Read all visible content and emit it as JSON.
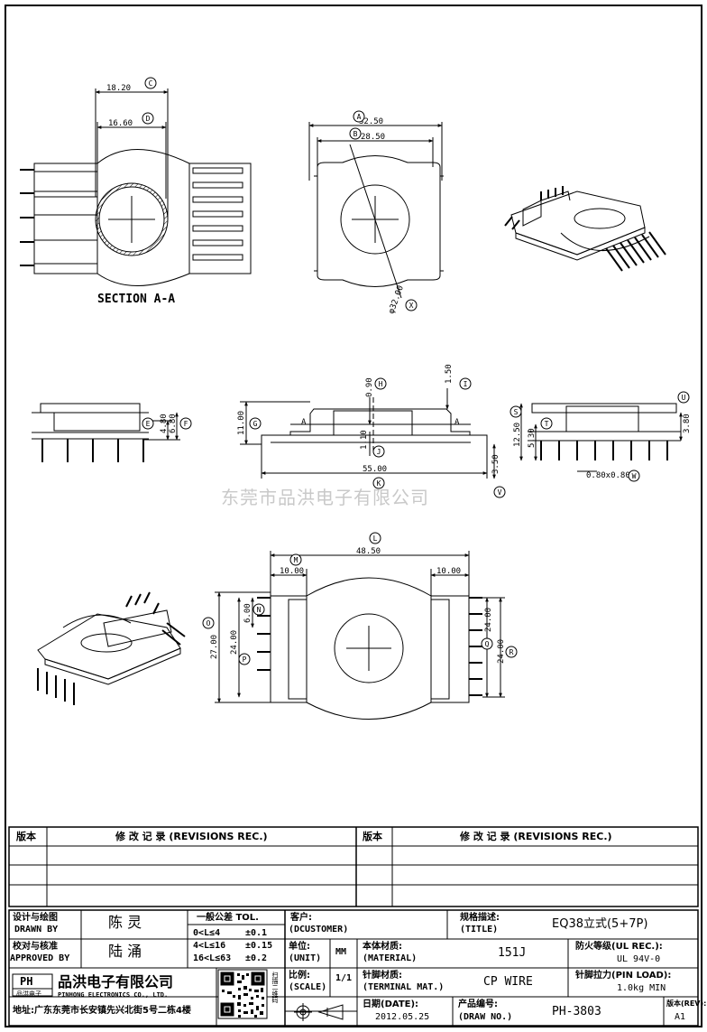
{
  "watermark": "东莞市品洪电子有限公司",
  "drawing": {
    "section_label": "SECTION A-A",
    "dims": {
      "d1820": "18.20",
      "d1660": "16.60",
      "d3250": "32.50",
      "d2850": "28.50",
      "d3200": "φ32.00",
      "d090": "0.90",
      "d150": "1.50",
      "d1100": "11.00",
      "d110": "1.10",
      "d5500": "55.00",
      "d350": "3.50",
      "d480": "4.80",
      "d680": "6.80",
      "d1250": "12.50",
      "d530": "5.30",
      "d380": "3.80",
      "d080": "0.80x0.80",
      "d4850": "48.50",
      "d1000a": "10.00",
      "d1000b": "10.00",
      "d2700": "27.00",
      "d2400a": "24.00",
      "d600": "6.00",
      "d2400b": "24.00",
      "d2400c": "24.00",
      "a1": "A",
      "a2": "A"
    },
    "callouts": [
      "C",
      "D",
      "A",
      "B",
      "X",
      "H",
      "I",
      "E",
      "F",
      "G",
      "J",
      "K",
      "V",
      "S",
      "T",
      "U",
      "W",
      "L",
      "M",
      "N",
      "O",
      "P",
      "Q",
      "R"
    ]
  },
  "revisions": {
    "col_version": "版本",
    "col_record": "修 改 记 录 (REVISIONS REC.)",
    "col_version2": "版本",
    "col_record2": "修 改 记 录 (REVISIONS REC.)"
  },
  "titleblock": {
    "drawn_cn": "设计与绘图",
    "drawn_en": "DRAWN BY",
    "drawn_name": "陈 灵",
    "approved_cn": "校对与核准",
    "approved_en": "APPROVED BY",
    "approved_name": "陆 涌",
    "tol_title": "一般公差 TOL.",
    "tol_rows": [
      {
        "range": "0<L≤4",
        "val": "±0.1"
      },
      {
        "range": "4<L≤16",
        "val": "±0.15"
      },
      {
        "range": "16<L≤63",
        "val": "±0.2"
      }
    ],
    "customer_cn": "客户:",
    "customer_en": "(DCUSTOMER)",
    "title_cn": "规格描述:",
    "title_en": "(TITLE)",
    "title_value": "EQ38立式(5+7P)",
    "unit_cn": "单位:",
    "unit_en": "(UNIT)",
    "unit_value": "MM",
    "material_cn": "本体材质:",
    "material_en": "(MATERIAL)",
    "material_value": "151J",
    "ul_cn": "防火等级(UL REC.):",
    "ul_value": "UL 94V-0",
    "scale_cn": "比例:",
    "scale_en": "(SCALE)",
    "scale_value": "1/1",
    "terminal_cn": "针脚材质:",
    "terminal_en": "(TERMINAL MAT.)",
    "terminal_value": "CP WIRE",
    "pinload_cn": "针脚拉力(PIN LOAD):",
    "pinload_value": "1.0kg MIN",
    "date_cn": "日期(DATE):",
    "date_value": "2012.05.25",
    "drawno_cn": "产品编号:",
    "drawno_en": "(DRAW NO.)",
    "drawno_value": "PH-3803",
    "rev_cn": "版本(REV):",
    "rev_value": "A1",
    "company_cn": "品洪电子有限公司",
    "company_en": "PINHONG ELECTRONICS CO., LTD.",
    "address": "地址:广东东莞市长安镇先兴北街5号二栋4楼",
    "logo_text": "PH",
    "logo_sub": "品洪电子",
    "qr_side": "扫描二维码"
  }
}
